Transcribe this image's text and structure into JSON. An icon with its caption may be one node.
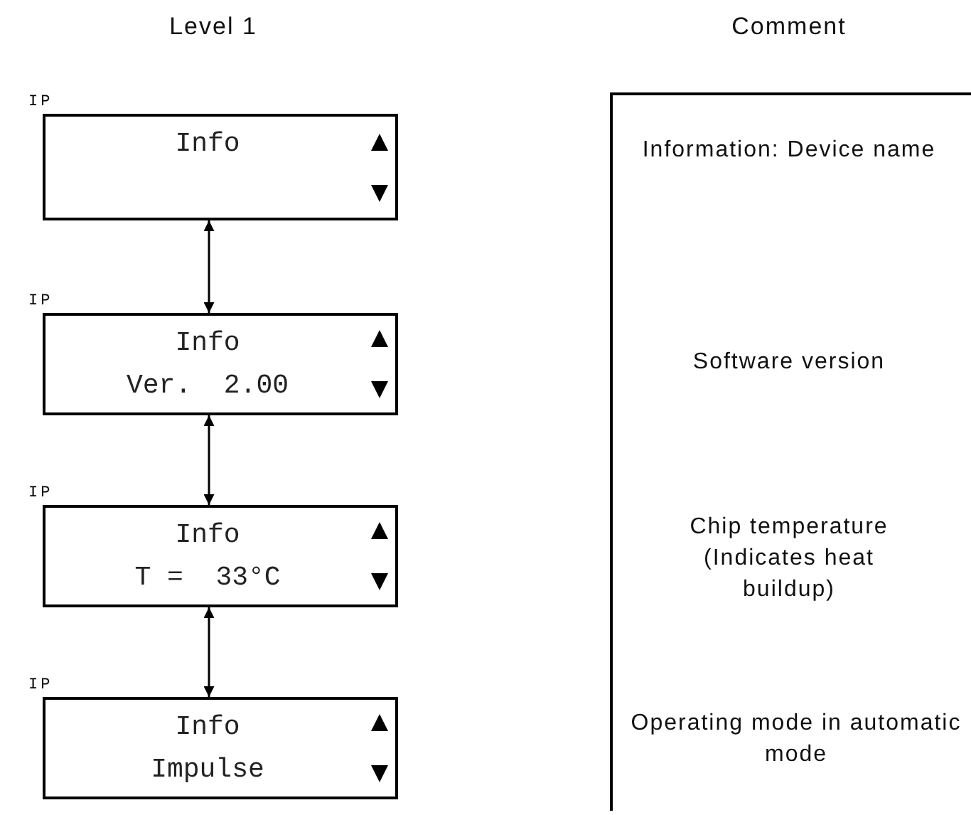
{
  "diagram": {
    "nodes": [
      {
        "text": [
          "Info"
        ],
        "beside": [
          "IP"
        ]
      },
      {
        "text": [
          "Info",
          "Ver.  2.00"
        ],
        "beside": [
          "IP"
        ]
      },
      {
        "text": [
          "Info",
          "T =  33°C"
        ],
        "beside": [
          "IP"
        ]
      },
      {
        "text": [
          "Info",
          "Impulse"
        ],
        "beside": [
          "IP"
        ]
      }
    ],
    "edges": [
      {
        "from": 0,
        "to": 1,
        "arrow": "both"
      },
      {
        "from": 1,
        "to": 2,
        "arrow": "both"
      },
      {
        "from": 2,
        "to": 3,
        "arrow": "both"
      }
    ],
    "labels": [
      "Level 1",
      "Comment",
      "Information: Device name",
      "Software version",
      "Chip temperature (Indicates heat buildup)",
      "Operating mode in automatic mode"
    ]
  }
}
